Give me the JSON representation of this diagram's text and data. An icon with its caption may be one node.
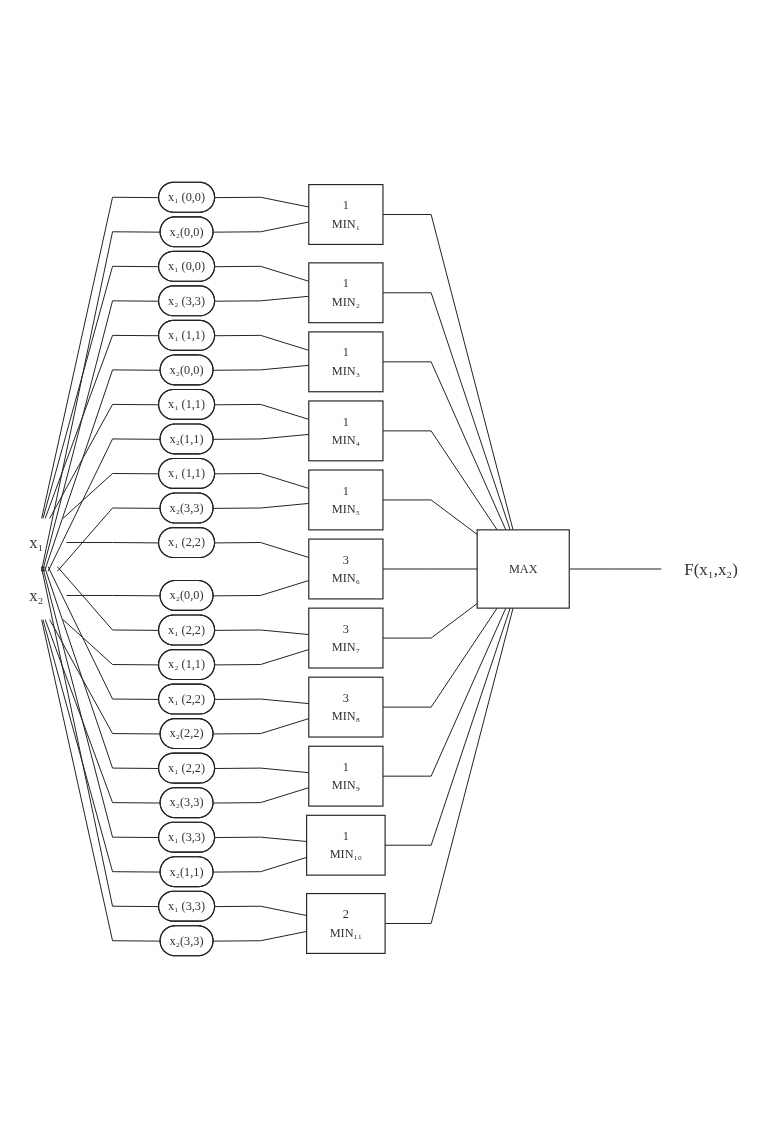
{
  "diagram": {
    "nodes": [
      {
        "text": [
          "x₁"
        ]
      },
      {
        "text": [
          "x₂"
        ]
      },
      {
        "text": [
          "x₁ (0,0)"
        ]
      },
      {
        "text": [
          "x₁ (0,0)"
        ]
      },
      {
        "text": [
          "x₁ (1,1)"
        ]
      },
      {
        "text": [
          "x₁ (1,1)"
        ]
      },
      {
        "text": [
          "x₁ (1,1)"
        ]
      },
      {
        "text": [
          "x₁ (2,2)"
        ]
      },
      {
        "text": [
          "x₁ (2,2)"
        ]
      },
      {
        "text": [
          "x₁ (2,2)"
        ]
      },
      {
        "text": [
          "x₁ (2,2)"
        ]
      },
      {
        "text": [
          "x₁ (3,3)"
        ]
      },
      {
        "text": [
          "x₁ (3,3)"
        ]
      },
      {
        "text": [
          "x₂(0,0)"
        ]
      },
      {
        "text": [
          "x₂ (3,3)"
        ]
      },
      {
        "text": [
          "x₂(0,0)"
        ]
      },
      {
        "text": [
          "x₂(1,1)"
        ]
      },
      {
        "text": [
          "x₂(3,3)"
        ]
      },
      {
        "text": [
          "x₂(0,0)"
        ]
      },
      {
        "text": [
          "x₂ (1,1)"
        ]
      },
      {
        "text": [
          "x₂(2,2)"
        ]
      },
      {
        "text": [
          "x₂(3,3)"
        ]
      },
      {
        "text": [
          "x₂(1,1)"
        ]
      },
      {
        "text": [
          "x₂(3,3)"
        ]
      },
      {
        "text": [
          "1",
          "MIN₁"
        ]
      },
      {
        "text": [
          "1",
          "MIN₂"
        ]
      },
      {
        "text": [
          "1",
          "MIN₃"
        ]
      },
      {
        "text": [
          "1",
          "MIN₄"
        ]
      },
      {
        "text": [
          "1",
          "MIN₅"
        ]
      },
      {
        "text": [
          "3",
          "MIN₆"
        ]
      },
      {
        "text": [
          "3",
          "MIN₇"
        ]
      },
      {
        "text": [
          "3",
          "MIN₈"
        ]
      },
      {
        "text": [
          "1",
          "MIN₉"
        ]
      },
      {
        "text": [
          "1",
          "MIN₁₀"
        ]
      },
      {
        "text": [
          "2",
          "MIN₁₁"
        ]
      },
      {
        "text": [
          "MAX"
        ]
      },
      {
        "text": [
          "F(x₁,x₂)"
        ]
      }
    ],
    "edges": [
      {
        "from": 0,
        "to": 2,
        "arrow": "none"
      },
      {
        "from": 0,
        "to": 3,
        "arrow": "none"
      },
      {
        "from": 0,
        "to": 4,
        "arrow": "none"
      },
      {
        "from": 0,
        "to": 5,
        "arrow": "none"
      },
      {
        "from": 0,
        "to": 6,
        "arrow": "none"
      },
      {
        "from": 0,
        "to": 7,
        "arrow": "none"
      },
      {
        "from": 0,
        "to": 8,
        "arrow": "none"
      },
      {
        "from": 0,
        "to": 9,
        "arrow": "none"
      },
      {
        "from": 0,
        "to": 10,
        "arrow": "none"
      },
      {
        "from": 0,
        "to": 11,
        "arrow": "none"
      },
      {
        "from": 0,
        "to": 12,
        "arrow": "none"
      },
      {
        "from": 1,
        "to": 13,
        "arrow": "none"
      },
      {
        "from": 1,
        "to": 14,
        "arrow": "none"
      },
      {
        "from": 1,
        "to": 15,
        "arrow": "none"
      },
      {
        "from": 1,
        "to": 16,
        "arrow": "none"
      },
      {
        "from": 1,
        "to": 17,
        "arrow": "none"
      },
      {
        "from": 1,
        "to": 18,
        "arrow": "none"
      },
      {
        "from": 1,
        "to": 19,
        "arrow": "none"
      },
      {
        "from": 1,
        "to": 20,
        "arrow": "none"
      },
      {
        "from": 1,
        "to": 21,
        "arrow": "none"
      },
      {
        "from": 1,
        "to": 22,
        "arrow": "none"
      },
      {
        "from": 1,
        "to": 23,
        "arrow": "none"
      },
      {
        "from": 2,
        "to": 24,
        "arrow": "none"
      },
      {
        "from": 3,
        "to": 25,
        "arrow": "none"
      },
      {
        "from": 4,
        "to": 26,
        "arrow": "none"
      },
      {
        "from": 5,
        "to": 27,
        "arrow": "none"
      },
      {
        "from": 6,
        "to": 28,
        "arrow": "none"
      },
      {
        "from": 7,
        "to": 29,
        "arrow": "none"
      },
      {
        "from": 8,
        "to": 30,
        "arrow": "none"
      },
      {
        "from": 9,
        "to": 31,
        "arrow": "none"
      },
      {
        "from": 10,
        "to": 32,
        "arrow": "none"
      },
      {
        "from": 11,
        "to": 33,
        "arrow": "none"
      },
      {
        "from": 12,
        "to": 34,
        "arrow": "none"
      },
      {
        "from": 13,
        "to": 24,
        "arrow": "none"
      },
      {
        "from": 14,
        "to": 25,
        "arrow": "none"
      },
      {
        "from": 15,
        "to": 26,
        "arrow": "none"
      },
      {
        "from": 16,
        "to": 27,
        "arrow": "none"
      },
      {
        "from": 17,
        "to": 28,
        "arrow": "none"
      },
      {
        "from": 18,
        "to": 29,
        "arrow": "none"
      },
      {
        "from": 19,
        "to": 30,
        "arrow": "none"
      },
      {
        "from": 20,
        "to": 31,
        "arrow": "none"
      },
      {
        "from": 21,
        "to": 32,
        "arrow": "none"
      },
      {
        "from": 22,
        "to": 33,
        "arrow": "none"
      },
      {
        "from": 23,
        "to": 34,
        "arrow": "none"
      },
      {
        "from": 24,
        "to": 35,
        "arrow": "none"
      },
      {
        "from": 25,
        "to": 35,
        "arrow": "none"
      },
      {
        "from": 26,
        "to": 35,
        "arrow": "none"
      },
      {
        "from": 27,
        "to": 35,
        "arrow": "none"
      },
      {
        "from": 28,
        "to": 35,
        "arrow": "none"
      },
      {
        "from": 29,
        "to": 35,
        "arrow": "none"
      },
      {
        "from": 30,
        "to": 35,
        "arrow": "none"
      },
      {
        "from": 31,
        "to": 35,
        "arrow": "none"
      },
      {
        "from": 32,
        "to": 35,
        "arrow": "none"
      },
      {
        "from": 33,
        "to": 35,
        "arrow": "none"
      },
      {
        "from": 34,
        "to": 35,
        "arrow": "none"
      },
      {
        "from": 35,
        "to": 36,
        "arrow": "none"
      }
    ]
  }
}
